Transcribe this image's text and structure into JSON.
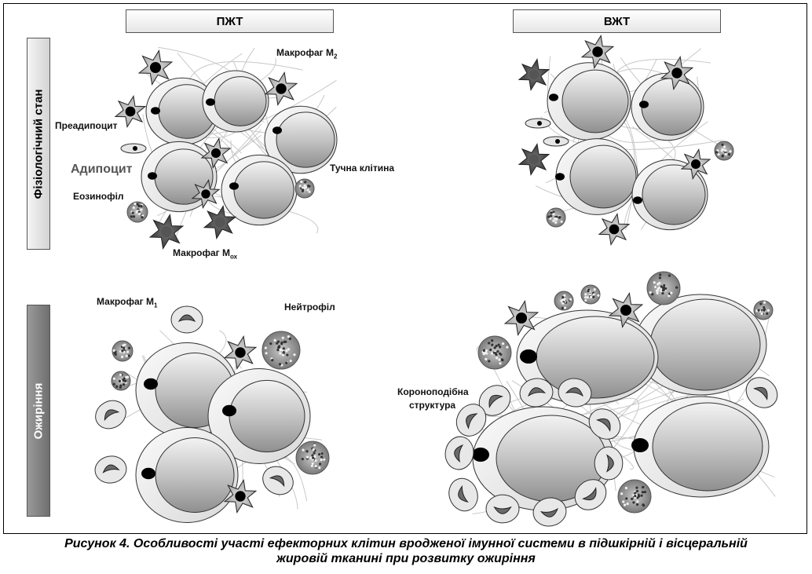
{
  "columns": {
    "left": "ПЖТ",
    "right": "ВЖТ"
  },
  "rows": {
    "top": "Фізіологічний стан",
    "bottom": "Ожиріння"
  },
  "labels": {
    "macrophage_m2": "Макрофаг M",
    "macrophage_m2_sub": "2",
    "preadipocyte": "Преадипоцит",
    "adipocyte": "Адипоцит",
    "mast_cell": "Тучна клітина",
    "eosinophil": "Еозинофіл",
    "macrophage_mox": "Макрофаг M",
    "macrophage_mox_sub": "ох",
    "macrophage_m1": "Макрофаг M",
    "macrophage_m1_sub": "1",
    "neutrophil": "Нейтрофіл",
    "crown_structure_line1": "Коронoподібна",
    "crown_structure_line2": "структура"
  },
  "caption": {
    "line1": "Рисунок 4. Особливості участі ефекторних клітин вродженої імунної системи в підшкірній і вісцеральній",
    "line2": "жировій тканині при розвитку ожиріння"
  },
  "colors": {
    "cell_light": "#f2f2f2",
    "cell_dark": "#9c9c9c",
    "nucleus": "#000000",
    "macrophage": "#5e5e5e"
  }
}
